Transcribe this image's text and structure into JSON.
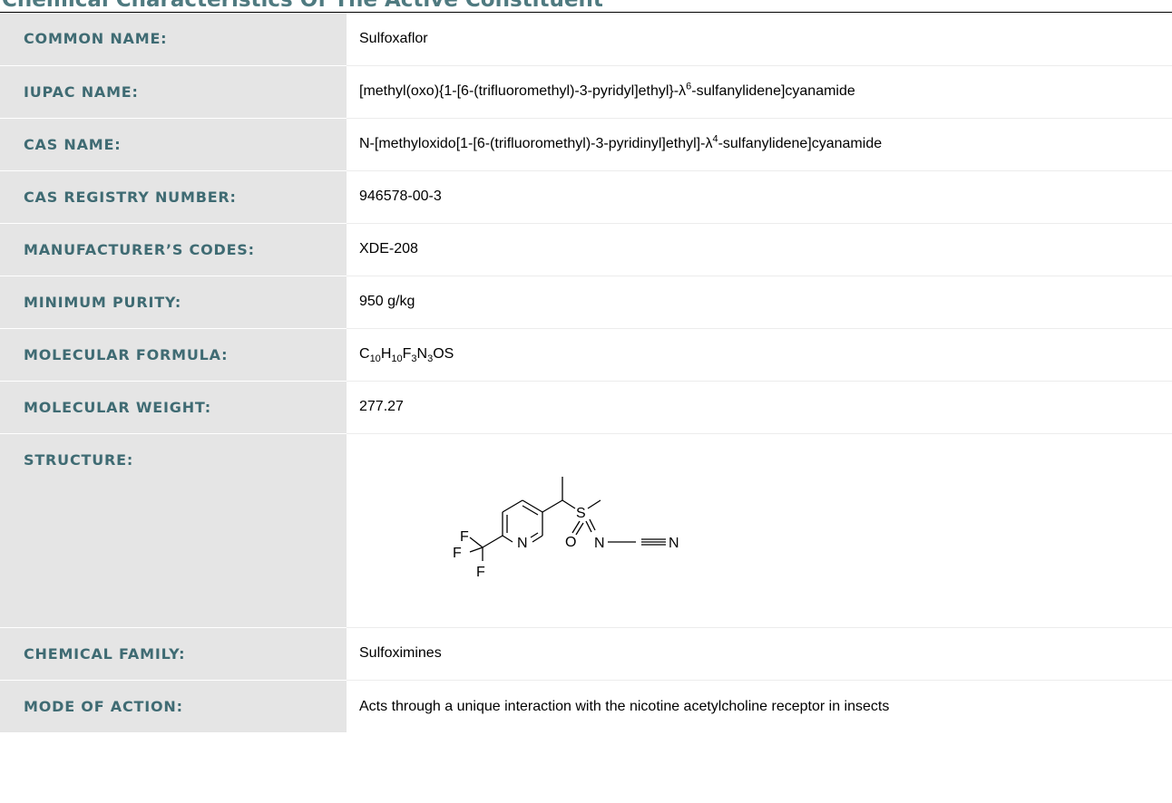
{
  "heading": "Chemical Characteristics Of The Active Constituent",
  "rows": {
    "common_name": {
      "label": "COMMON NAME:",
      "value": "Sulfoxaflor"
    },
    "iupac_name": {
      "label": "IUPAC NAME:",
      "value_pre": "[methyl(oxo){1-[6-(trifluoromethyl)-3-pyridyl]ethyl}-λ",
      "value_sup": "6",
      "value_post": "-sulfanylidene]cyanamide"
    },
    "cas_name": {
      "label": "CAS NAME:",
      "value_pre": "N-[methyloxido[1-[6-(trifluoromethyl)-3-pyridinyl]ethyl]-λ",
      "value_sup": "4",
      "value_post": "-sulfanylidene]cyanamide"
    },
    "cas_registry_number": {
      "label": "CAS REGISTRY NUMBER:",
      "value": "946578-00-3"
    },
    "manufacturers_codes": {
      "label": "MANUFACTURER’S CODES:",
      "value": "XDE-208"
    },
    "minimum_purity": {
      "label": "MINIMUM PURITY:",
      "value": "950 g/kg"
    },
    "molecular_formula": {
      "label": "MOLECULAR FORMULA:",
      "parts": [
        "C",
        "10",
        "H",
        "10",
        "F",
        "3",
        "N",
        "3",
        "OS"
      ]
    },
    "molecular_weight": {
      "label": "MOLECULAR WEIGHT:",
      "value": "277.27"
    },
    "structure": {
      "label": "STRUCTURE:",
      "atoms": {
        "f1": "F",
        "f2": "F",
        "f3": "F",
        "n_ring": "N",
        "s": "S",
        "o": "O",
        "n_imine": "N",
        "n_nitrile": "N"
      }
    },
    "chemical_family": {
      "label": "CHEMICAL FAMILY:",
      "value": "Sulfoximines"
    },
    "mode_of_action": {
      "label": "MODE OF ACTION:",
      "value": "Acts through a unique interaction with the nicotine acetylcholine receptor in insects"
    }
  }
}
